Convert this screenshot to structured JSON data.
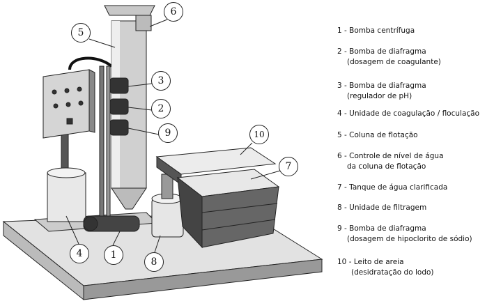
{
  "legend": [
    {
      "line1": "1 - Bomba centrífuga"
    },
    {
      "line1": "2 - Bomba de diafragma",
      "line2": "(dosagem de coagulante)"
    },
    {
      "line1": "3 - Bomba de diafragma",
      "line2": "(regulador de pH)"
    },
    {
      "line1": "4 - Unidade de coagulação / floculação"
    },
    {
      "line1": "5 - Coluna de flotação"
    },
    {
      "line1": "6 - Controle de nível de água",
      "line2": "da coluna de flotação"
    },
    {
      "line1": "7 - Tanque de água clarificada"
    },
    {
      "line1": "8 - Unidade de filtragem"
    },
    {
      "line1": "9 - Bomba de diafragma",
      "line2": "(dosagem de hipoclorito de sódio)"
    },
    {
      "line1": "10 - Leito de areia",
      "line2": "(desidratação do lodo)"
    }
  ],
  "callouts": [
    "1",
    "2",
    "3",
    "4",
    "5",
    "6",
    "7",
    "8",
    "9",
    "10"
  ]
}
